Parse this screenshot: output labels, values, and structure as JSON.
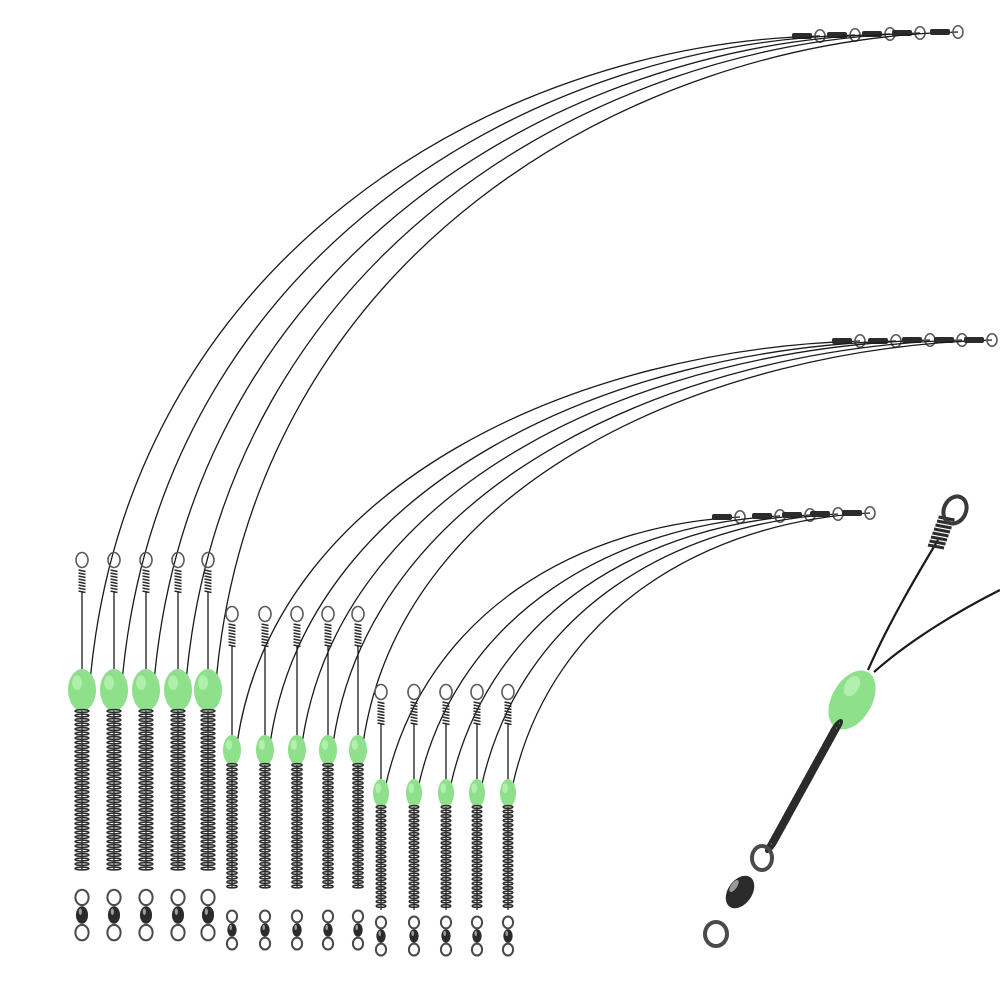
{
  "image": {
    "subject": "fishing-leader-rigs",
    "background_color": "#ffffff",
    "colors": {
      "wire": "#1a1a1a",
      "bead": "#8ee08a",
      "bead_highlight": "#b9f2b4",
      "metal": "#2b2b2b",
      "swivel": "#4a4a4a"
    },
    "icons": [
      "snap-swivel-icon",
      "glow-bead-icon",
      "spring-coil-icon",
      "loop-eye-icon"
    ],
    "rig_groups": [
      {
        "name": "long-rigs",
        "count": 5
      },
      {
        "name": "medium-rigs",
        "count": 5
      },
      {
        "name": "short-rigs",
        "count": 5
      }
    ],
    "closeup_count": 1
  }
}
